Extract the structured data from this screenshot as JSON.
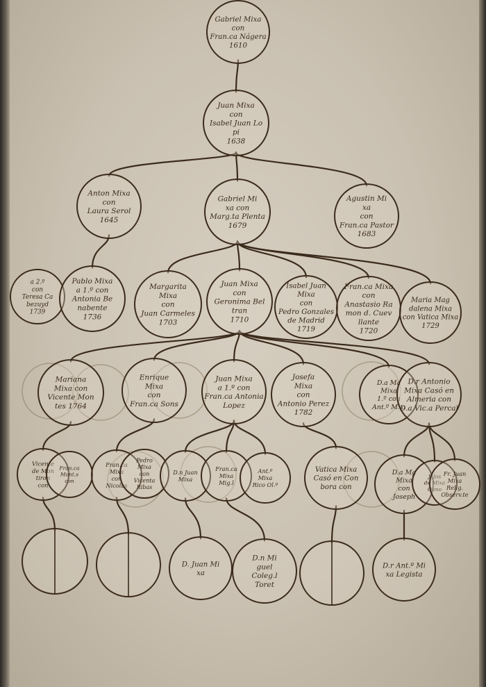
{
  "tree": {
    "nodes": [
      {
        "id": "n1",
        "lines": [
          "Gabriel Mixa",
          "con",
          "Fran.ca Nágera",
          "1610"
        ]
      },
      {
        "id": "n2",
        "lines": [
          "Juan Mixa",
          "con",
          "Isabel Juan Lo",
          "pi",
          "1638"
        ]
      },
      {
        "id": "n3",
        "lines": [
          "Anton Mixa",
          "con",
          "Laura Serol",
          "1645"
        ]
      },
      {
        "id": "n4",
        "lines": [
          "Gabriel Mi",
          "xa con",
          "Marg.ta Plenta",
          "1679"
        ]
      },
      {
        "id": "n5",
        "lines": [
          "Agustin Mi",
          "xa",
          "con",
          "Fran.ca Pastor",
          "1683"
        ]
      },
      {
        "id": "n6",
        "lines": [
          "a 2.º",
          "con",
          "Teresa Ca",
          "bezuyd",
          "1739"
        ]
      },
      {
        "id": "n7",
        "lines": [
          "Pablo Mixa",
          "a 1.º con",
          "Antonia Be",
          "nabente",
          "1736"
        ]
      },
      {
        "id": "n8",
        "lines": [
          "Margarita",
          "Mixa",
          "con",
          "Juan Carmeles",
          "1703"
        ]
      },
      {
        "id": "n9",
        "lines": [
          "Juan Mixa",
          "con",
          "Geronima Bel",
          "tran",
          "1710"
        ]
      },
      {
        "id": "n10",
        "lines": [
          "Isabel Juan",
          "Mixa",
          "con",
          "Pedro Gonzales",
          "de Madrid",
          "1719"
        ]
      },
      {
        "id": "n11",
        "lines": [
          "Fran.ca Mixa",
          "con",
          "Anastasio Ra",
          "mon d. Cuev",
          "llante",
          "1720"
        ]
      },
      {
        "id": "n12",
        "lines": [
          "Maria Mag",
          "dalena Mixa",
          "con Vatica Mixa",
          "1729"
        ]
      },
      {
        "id": "n13",
        "lines": [
          "Mariana",
          "Mixa con",
          "Vicente Mon",
          "tes 1764"
        ]
      },
      {
        "id": "n14",
        "lines": [
          "Enrique",
          "Mixa",
          "con",
          "Fran.ca Sons"
        ]
      },
      {
        "id": "n15",
        "lines": [
          "Juan Mixa",
          "a 1.º con",
          "Fran.ca Antonia",
          "Lopez"
        ]
      },
      {
        "id": "n16",
        "lines": [
          "Josefa",
          "Mixa",
          "con",
          "Antonio Perez",
          "1782"
        ]
      },
      {
        "id": "n17",
        "lines": [
          "D.a Ma",
          "Mixa",
          "1.º con",
          "Ant.º Mxa"
        ]
      },
      {
        "id": "n18",
        "lines": [
          "D.r Antonio",
          "Mixa Casó en",
          "Almeria con",
          "D.a Vic.a Percal"
        ]
      },
      {
        "id": "n19",
        "lines": [
          "Vicente",
          "de Mon",
          "tiron",
          "con"
        ]
      },
      {
        "id": "n20",
        "lines": [
          "Fran.ca",
          "Mont.s",
          "con"
        ]
      },
      {
        "id": "n21",
        "lines": [
          "Fran.ca",
          "Mixa",
          "con",
          "Nicolas"
        ]
      },
      {
        "id": "n22",
        "lines": [
          "Pedro",
          "Mixa",
          "con",
          "Vicenta",
          "Ribas"
        ]
      },
      {
        "id": "n23",
        "lines": [
          "D.n Juan",
          "Mixa"
        ]
      },
      {
        "id": "n24",
        "lines": [
          "Fran.ca",
          "Mixa",
          "Mig.l"
        ]
      },
      {
        "id": "n25",
        "lines": [
          "Ant.º",
          "Mixa",
          "Rico Ol.º"
        ]
      },
      {
        "id": "n26",
        "lines": [
          "Vatica Mixa",
          "Casó en Con",
          "bora con"
        ]
      },
      {
        "id": "n27",
        "lines": [
          "D.a Mg",
          "Mixa",
          "con",
          "Joseph"
        ]
      },
      {
        "id": "n28",
        "lines": [
          "J. Jos",
          "de Mixa",
          "Obno"
        ]
      },
      {
        "id": "n29",
        "lines": [
          "Fr. Juan",
          "Mixa",
          "Relig.",
          "Observ.te"
        ]
      },
      {
        "id": "n30",
        "lines": []
      },
      {
        "id": "n31",
        "lines": []
      },
      {
        "id": "n32",
        "lines": [
          "D. Juan Mi",
          "xa"
        ]
      },
      {
        "id": "n33",
        "lines": [
          "D.n Mi",
          "guel",
          "Coleg.l",
          "Toret"
        ]
      },
      {
        "id": "n34",
        "lines": []
      },
      {
        "id": "n35",
        "lines": [
          "D.r Ant.º Mi",
          "xa Legista"
        ]
      }
    ]
  }
}
